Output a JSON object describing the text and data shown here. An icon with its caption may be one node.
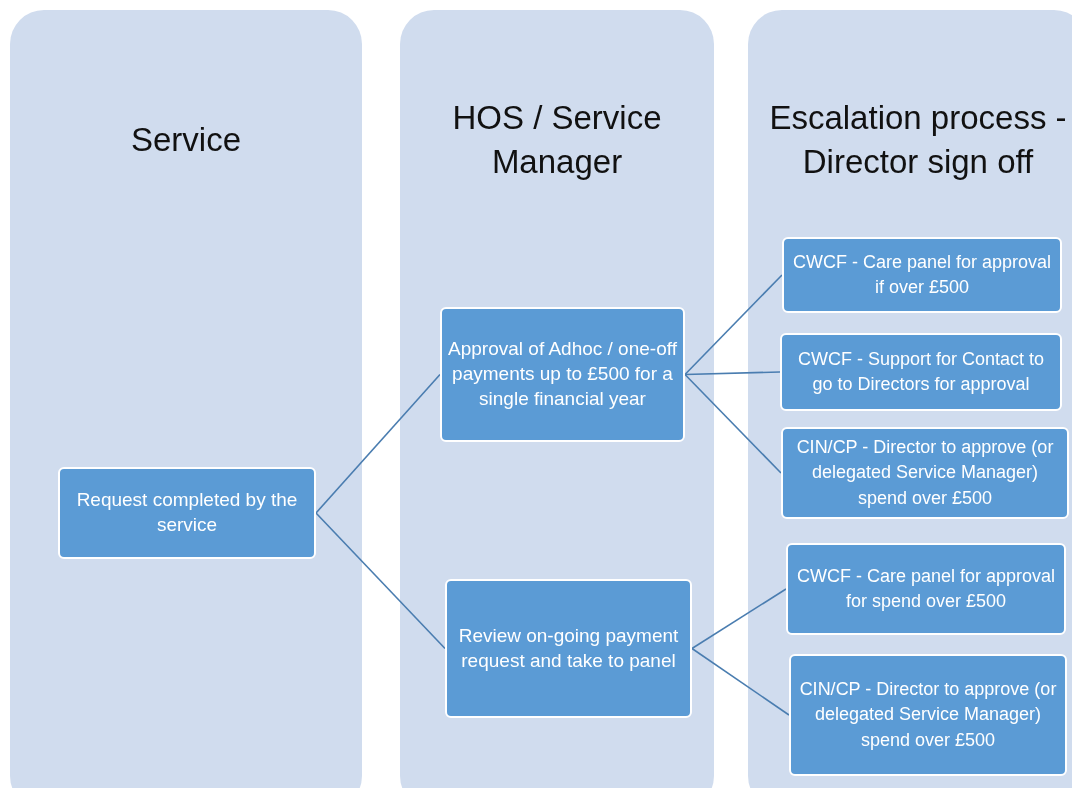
{
  "diagram": {
    "nodes": [
      {
        "text": [
          "Service"
        ]
      },
      {
        "text": [
          "HOS / Service Manager"
        ]
      },
      {
        "text": [
          "Escalation process - Director sign off"
        ]
      },
      {
        "text": [
          "Request completed by the service"
        ],
        "in": 0
      },
      {
        "text": [
          "Approval of Adhoc / one-off payments up to £500 for a single financial year"
        ],
        "in": 1
      },
      {
        "text": [
          "Review on-going payment request and take to panel"
        ],
        "in": 1
      },
      {
        "text": [
          "CWCF - Care panel for approval if over £500"
        ],
        "in": 2
      },
      {
        "text": [
          "CWCF - Support for Contact to go to Directors for approval"
        ],
        "in": 2
      },
      {
        "text": [
          "CIN/CP - Director to approve (or delegated Service Manager) spend over £500"
        ],
        "in": 2
      },
      {
        "text": [
          "CWCF - Care panel for approval for spend over £500"
        ],
        "in": 2
      },
      {
        "text": [
          "CIN/CP - Director to approve (or delegated Service Manager) spend over £500"
        ],
        "in": 2
      }
    ],
    "edges": [
      {
        "from": 3,
        "to": 4,
        "arrow": "none"
      },
      {
        "from": 3,
        "to": 5,
        "arrow": "none"
      },
      {
        "from": 4,
        "to": 6,
        "arrow": "none"
      },
      {
        "from": 4,
        "to": 7,
        "arrow": "none"
      },
      {
        "from": 4,
        "to": 8,
        "arrow": "none"
      },
      {
        "from": 5,
        "to": 9,
        "arrow": "none"
      },
      {
        "from": 5,
        "to": 10,
        "arrow": "none"
      }
    ]
  }
}
